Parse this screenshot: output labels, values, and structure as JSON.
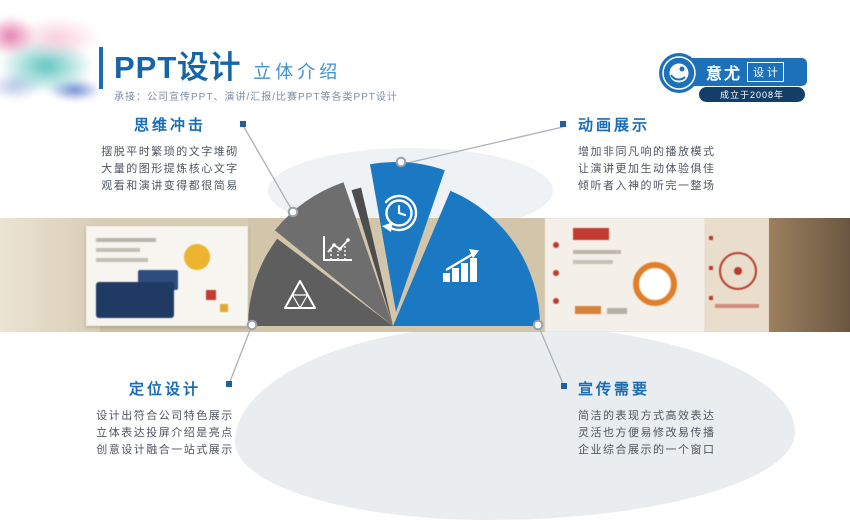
{
  "header": {
    "title": "PPT设计",
    "subtitle": "立体介绍",
    "tagline": "承接：公司宣传PPT、演讲/汇报/比赛PPT等各类PPT设计"
  },
  "logo": {
    "name": "意尤",
    "badge": "设计",
    "established": "成立于2008年"
  },
  "sections": [
    {
      "id": "top-left",
      "title": "思维冲击",
      "lines": [
        "摆脱平时繁琐的文字堆砌",
        "大量的图形提炼核心文字",
        "观看和演讲变得都很简易"
      ]
    },
    {
      "id": "top-right",
      "title": "动画展示",
      "lines": [
        "增加非同凡响的播放模式",
        "让演讲更加生动体验俱佳",
        "倾听者入神的听完一整场"
      ]
    },
    {
      "id": "bottom-left",
      "title": "定位设计",
      "lines": [
        "设计出符合公司特色展示",
        "立体表达投屏介绍是亮点",
        "创意设计融合一站式展示"
      ]
    },
    {
      "id": "bottom-right",
      "title": "宣传需要",
      "lines": [
        "简洁的表现方式高效表达",
        "灵活也方便易修改易传播",
        "企业综合展示的一个窗口"
      ]
    }
  ],
  "fan": {
    "wedges": [
      {
        "name": "pyramid",
        "color": "#5e5e5e",
        "icon": "pyramid-icon"
      },
      {
        "name": "line-chart",
        "color": "#6e6e6e",
        "icon": "line-chart-icon"
      },
      {
        "name": "sliver",
        "color": "#4d4d4d",
        "icon": ""
      },
      {
        "name": "history",
        "color": "#1b79c4",
        "icon": "history-clock-icon"
      },
      {
        "name": "growth",
        "color": "#1b79c4",
        "icon": "bar-growth-icon"
      }
    ]
  },
  "colors": {
    "primary_blue": "#1a6db4",
    "logo_blue": "#1d71ba",
    "navy_pill": "#133e68",
    "wedge_gray": "#6e6e6e",
    "connector_gray": "#aab1b9"
  }
}
